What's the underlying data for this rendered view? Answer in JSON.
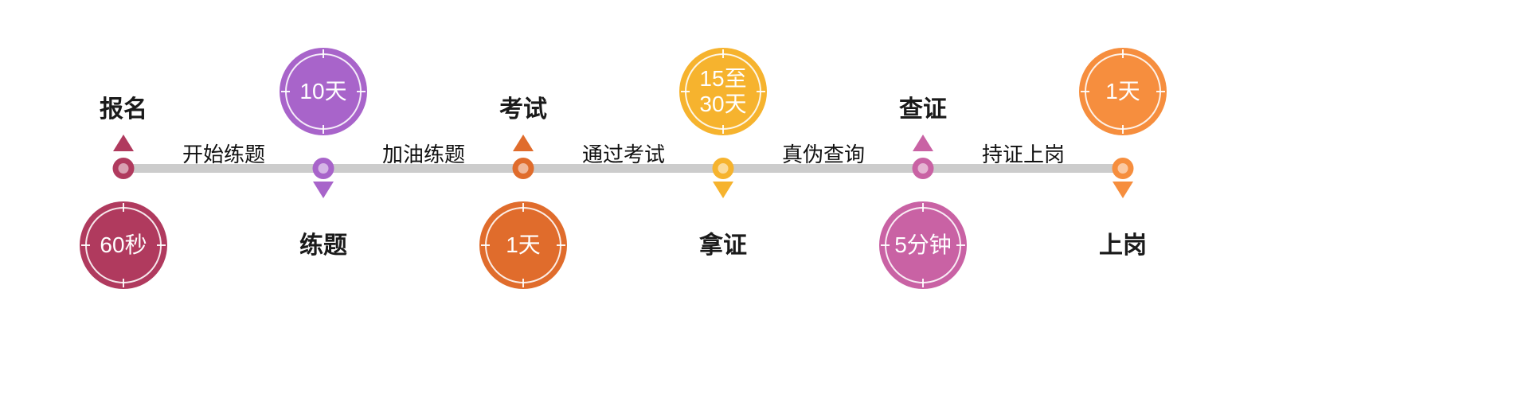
{
  "timeline": {
    "bar_color": "#cccccc",
    "nodes": [
      {
        "label": "报名",
        "duration": "60秒",
        "color": "#b03a5e"
      },
      {
        "label": "练题",
        "duration": "10天",
        "color": "#a864ca"
      },
      {
        "label": "考试",
        "duration": "1天",
        "color": "#e06c2c"
      },
      {
        "label": "拿证",
        "duration": "15至30天",
        "color": "#f6b32e"
      },
      {
        "label": "查证",
        "duration": "5分钟",
        "color": "#c962a4"
      },
      {
        "label": "上岗",
        "duration": "1天",
        "color": "#f68e3e"
      }
    ],
    "segments": [
      "开始练题",
      "加油练题",
      "通过考试",
      "真伪查询",
      "持证上岗"
    ]
  }
}
